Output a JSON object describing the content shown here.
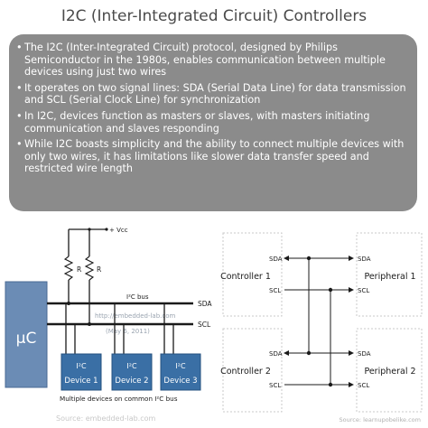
{
  "title": "I2C (Inter-Integrated Circuit) Controllers",
  "bullets": [
    "The I2C (Inter-Integrated Circuit) protocol, designed by Philips Semiconductor in the 1980s, enables communication between multiple devices using just two wires",
    "It operates on two signal lines: SDA (Serial Data Line) for data transmission and SCL (Serial Clock Line) for synchronization",
    "In I2C, devices function as masters or slaves, with masters initiating communication and slaves responding",
    "While I2C boasts simplicity and the ability to connect multiple devices with only two wires, it has limitations like slower data transfer speed and restricted wire length"
  ],
  "left_diagram": {
    "vcc": "+ Vcc",
    "resistor_1": "R",
    "resistor_2": "R",
    "bus_label": "I²C bus",
    "sda": "SDA",
    "scl": "SCL",
    "watermark_1": "http://embedded-lab.com",
    "watermark_2": "(May 6, 2011)",
    "mcu": "μC",
    "devices": [
      {
        "top": "I²C",
        "bottom": "Device 1"
      },
      {
        "top": "I²C",
        "bottom": "Device 2"
      },
      {
        "top": "I²C",
        "bottom": "Device 3"
      }
    ],
    "caption": "Multiple devices on common I²C bus",
    "source": "Source: embedded-lab.com"
  },
  "right_diagram": {
    "controller_1": "Controller 1",
    "controller_2": "Controller 2",
    "peripheral_1": "Peripheral 1",
    "peripheral_2": "Peripheral 2",
    "sda": "SDA",
    "scl": "SCL",
    "source": "Source: learnupobelike.com"
  },
  "colors": {
    "panel": "#8b8b8b",
    "device_fill": "#3a6fa5",
    "mcu_fill": "#6b8cb5",
    "wire": "#1a1a1a"
  }
}
